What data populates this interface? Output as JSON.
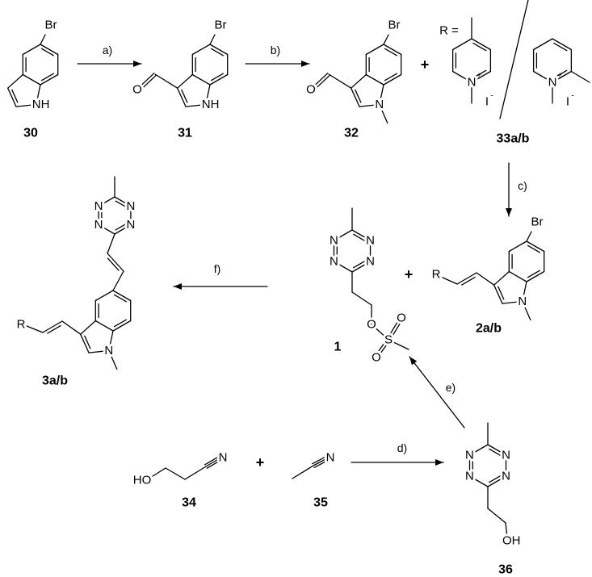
{
  "atoms": {
    "br": "Br",
    "nh": "NH",
    "n": "N",
    "o": "O",
    "s": "S",
    "oh": "OH",
    "ho": "HO",
    "r": "R",
    "r_eq": "R =",
    "plus": "+",
    "iodide": "I",
    "minus": "-"
  },
  "compounds": {
    "c30": "30",
    "c31": "31",
    "c32": "32",
    "c33": "33a/b",
    "c2": "2a/b",
    "c3": "3a/b",
    "c1": "1",
    "c34": "34",
    "c35": "35",
    "c36": "36"
  },
  "reagents": {
    "a": "a)",
    "b": "b)",
    "c": "c)",
    "d": "d)",
    "e": "e)",
    "f": "f)"
  },
  "plus_sign": "+"
}
